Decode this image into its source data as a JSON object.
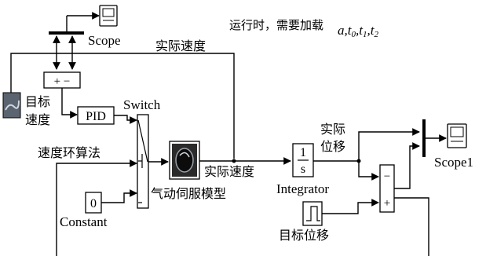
{
  "note": {
    "prefix": "运行时，需要加载",
    "vars": [
      "a",
      "t0",
      "t1",
      "t2"
    ]
  },
  "blocks": {
    "scope_top": "Scope",
    "scope1": "Scope1",
    "sum_top_signs": "+ −",
    "pid": "PID",
    "switch": "Switch",
    "constant_value": "0",
    "constant_label": "Constant",
    "integrator_num": "1",
    "integrator_den": "s",
    "integrator_label": "Integrator",
    "servo_model": "气动伺服模型",
    "target_speed": "目标\n速度",
    "target_speed_line1": "目标",
    "target_speed_line2": "速度",
    "target_displacement": "目标位移",
    "sum_right_minus": "−",
    "sum_right_plus": "+"
  },
  "signals": {
    "actual_speed_top": "实际速度",
    "actual_speed_mid": "实际速度",
    "actual_disp_line1": "实际",
    "actual_disp_line2": "位移",
    "speed_loop_algorithm": "速度环算法"
  }
}
